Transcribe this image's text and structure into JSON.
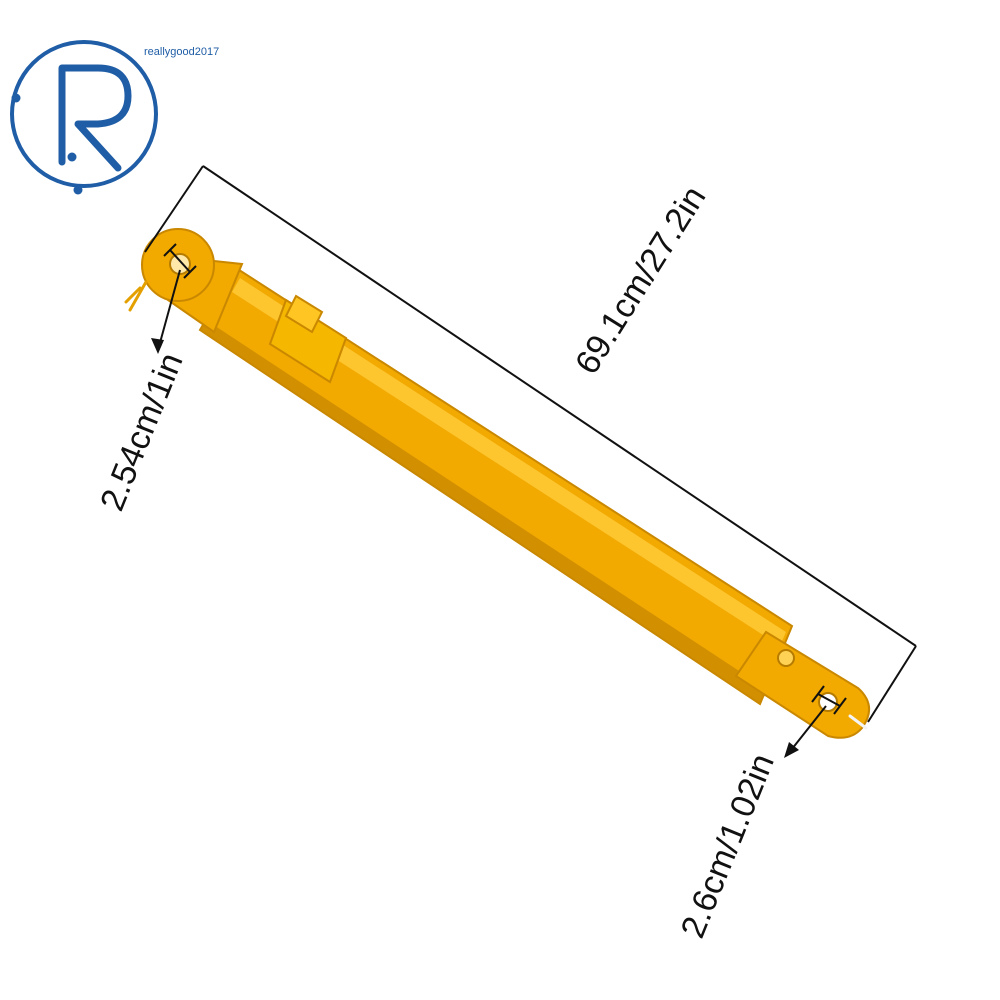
{
  "watermark": {
    "brand_text": "reallygood2017",
    "logo_letter": "R",
    "color": "#1f5da6"
  },
  "product": {
    "body_color": "#f2a900",
    "highlight_color": "#ffcc3a",
    "shadow_color": "#c98800"
  },
  "dimensions": {
    "total_length": "69.1cm/27.2in",
    "top_hole_diameter": "2.54cm/1in",
    "bottom_hole_diameter": "2.6cm/1.02in"
  }
}
